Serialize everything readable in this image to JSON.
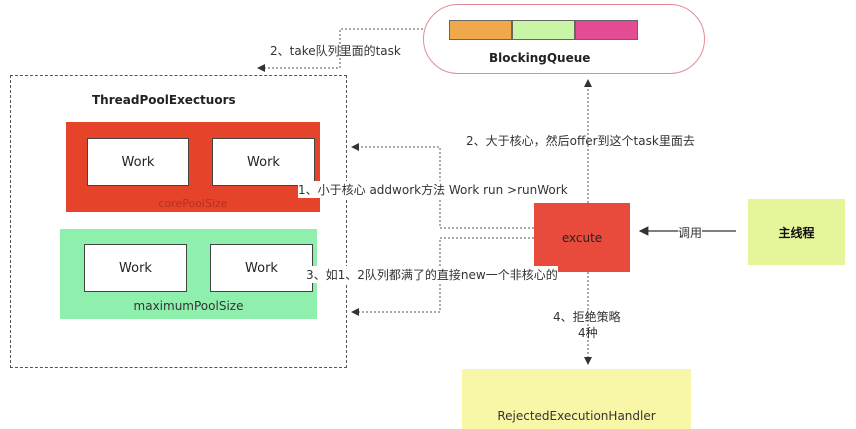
{
  "blocking_queue": {
    "title": "BlockingQueue",
    "slots": [
      "#f0a94a",
      "#c8f6a6",
      "#e44c93"
    ]
  },
  "pool": {
    "title": "ThreadPoolExectuors",
    "core_label": "corePoolSize",
    "max_label": "maximumPoolSize",
    "core_works": [
      "Work",
      "Work"
    ],
    "max_works": [
      "Work",
      "Work"
    ]
  },
  "execute": {
    "label": "excute"
  },
  "main_thread": {
    "label": "主线程"
  },
  "rejected": {
    "label": "RejectedExecutionHandler"
  },
  "arrows": {
    "take": "2、take队列里面的task",
    "offer": "2、大于核心，然后offer到这个task里面去",
    "add_worker": "1、小于核心 addwork方法 Work run >runWork",
    "new_non_core": "3、如1、2队列都满了的直接new一个非核心的",
    "reject_line1": "4、拒绝策略",
    "reject_line2": "4种",
    "call": "调用"
  },
  "colors": {
    "core_fill": "#e5432a",
    "max_fill": "#8ff0ad",
    "execute_fill": "#e84a3b",
    "main_fill": "#e5f59a",
    "rejected_fill": "#f8f7a8",
    "queue_border": "#e58a95"
  }
}
